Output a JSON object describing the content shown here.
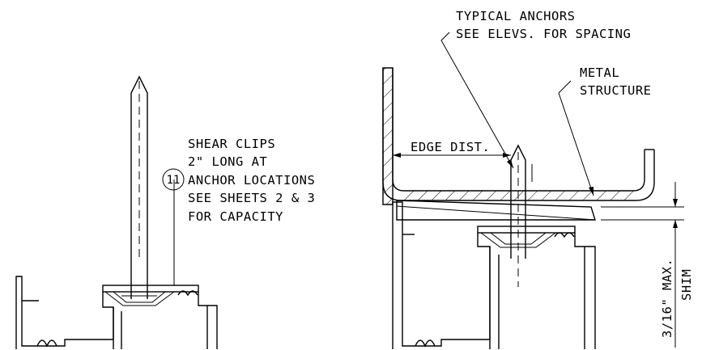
{
  "left_note": {
    "callout_number": "11",
    "lines": [
      "SHEAR CLIPS",
      "2\" LONG AT",
      "ANCHOR LOCATIONS",
      "SEE SHEETS 2 & 3",
      "FOR CAPACITY"
    ]
  },
  "right_notes": {
    "anchors_line1": "TYPICAL ANCHORS",
    "anchors_line2": "SEE ELEVS. FOR SPACING",
    "structure_line1": "METAL",
    "structure_line2": "STRUCTURE",
    "edge_distance": "EDGE DIST.",
    "shim_max": "3/16\" MAX.",
    "shim": "SHIM"
  }
}
